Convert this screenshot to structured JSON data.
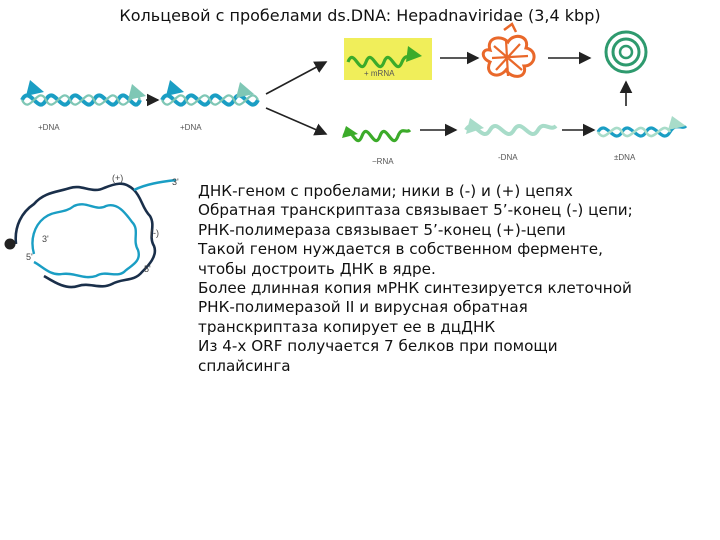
{
  "title": "Кольцевой с пробелами ds.DNA: Hepadnaviridae  (3,4 kbp)",
  "diagram": {
    "labels": {
      "plus_dna_1": "+DNA",
      "plus_dna_2": "+DNA",
      "plus_mrna": "+ mRNA",
      "minus_rna": "−RNA",
      "minus_dna": "-DNA",
      "pm_dna": "±DNA"
    },
    "genome": {
      "plus_strand": "(+)",
      "minus_strand": "(-)",
      "end_3_top": "3'",
      "end_3_left": "3'",
      "end_5_left": "5'",
      "end_5_right": "5'"
    },
    "colors": {
      "teal": "#1a9ec4",
      "green": "#3cab2a",
      "mint": "#a8dcc9",
      "mint_line": "#7fc7b5",
      "orange": "#e9682a",
      "yellow_box": "#f0ee5a",
      "arrow": "#222222"
    }
  },
  "notes": [
    "ДНК-геном с пробелами; ники в (-) и (+) цепях",
    "Обратная транскриптаза связывает 5’-конец (-) цепи;",
    "РНК-полимераза связывает 5’-конец (+)-цепи",
    "Такой геном нуждается в собственном ферменте,",
    "чтобы достроить ДНК в ядре.",
    "Более длинная копия мРНК синтезируется клеточной",
    "РНК-полимеразой II и вирусная обратная",
    "транскриптаза копирует ее в дцДНК",
    "Из 4-х ORF получается 7 белков при помощи",
    "сплайсинга"
  ]
}
